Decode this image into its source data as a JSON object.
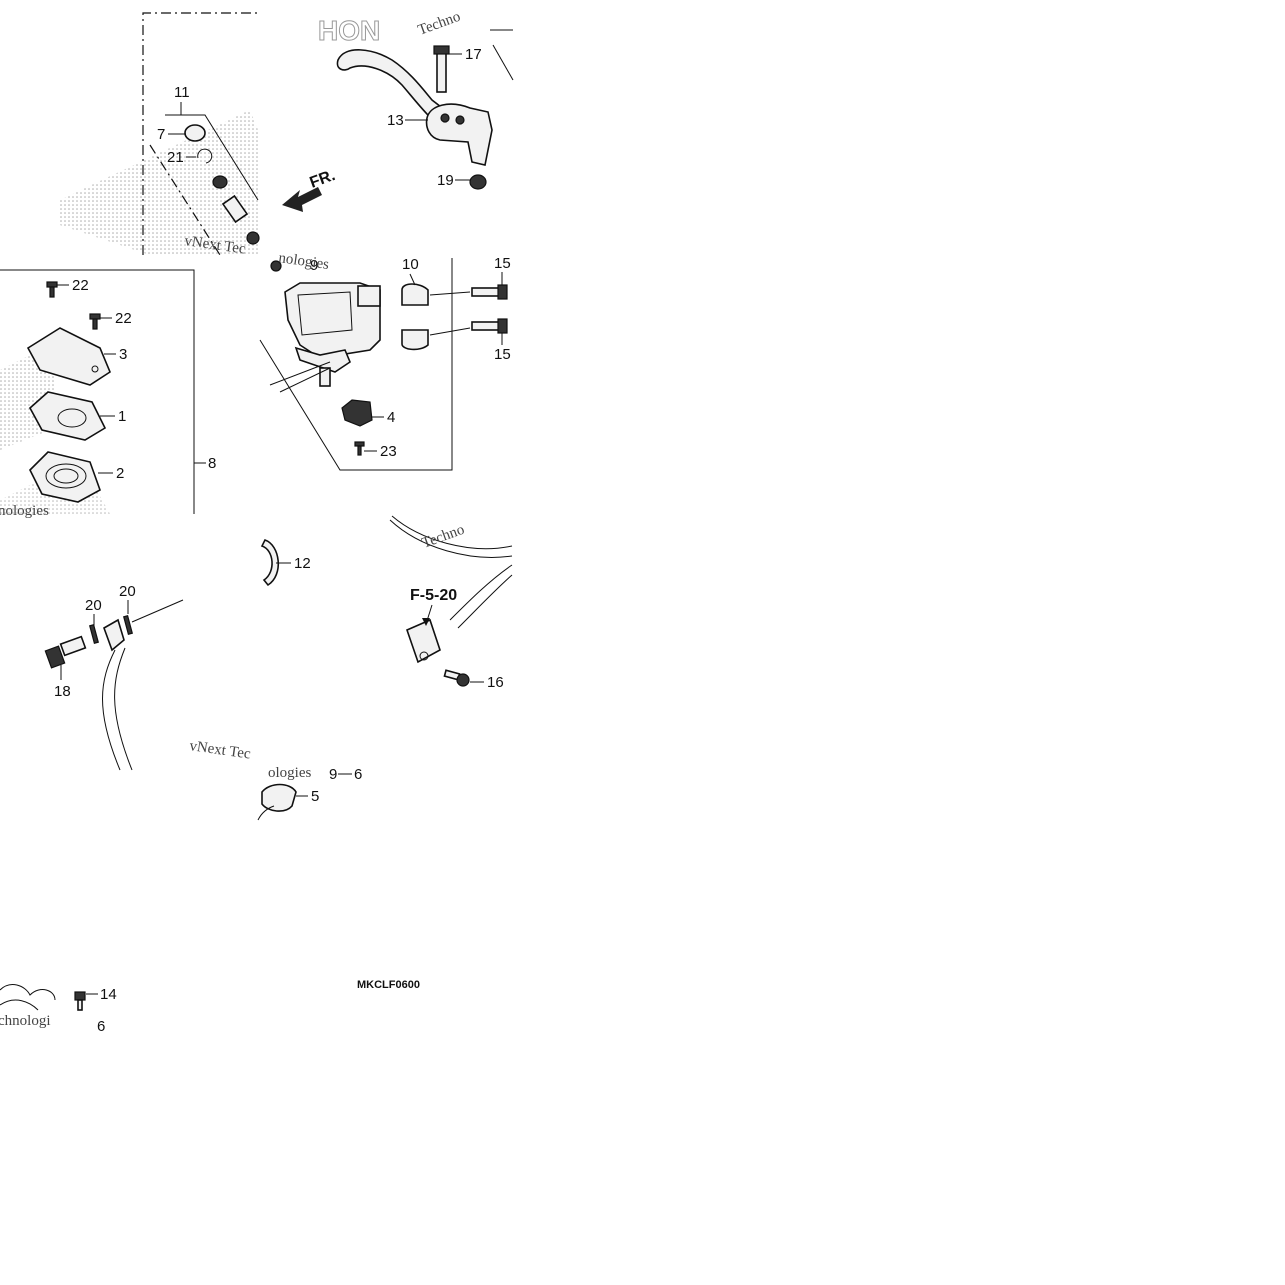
{
  "callouts": {
    "c1": "1",
    "c2": "2",
    "c3": "3",
    "c4": "4",
    "c5": "5",
    "c6a": "6",
    "c6b": "6",
    "c7": "7",
    "c8": "8",
    "c9a": "9",
    "c9b": "9",
    "c10": "10",
    "c11": "11",
    "c12": "12",
    "c13": "13",
    "c14": "14",
    "c15a": "15",
    "c15b": "15",
    "c16": "16",
    "c17": "17",
    "c18": "18",
    "c19": "19",
    "c20a": "20",
    "c20b": "20",
    "c21": "21",
    "c22a": "22",
    "c22b": "22",
    "c23": "23"
  },
  "front_arrow": "FR.",
  "ref_label": "F-5-20",
  "diagram_code": "MKCLF0600",
  "watermarks": {
    "w1": "vNext Tec",
    "w2": "nologies",
    "w3": "Techno",
    "w4": "vNext Tec",
    "w5": "nologies",
    "w6": "chnologi",
    "w7": "ologies",
    "brand": "HON"
  }
}
